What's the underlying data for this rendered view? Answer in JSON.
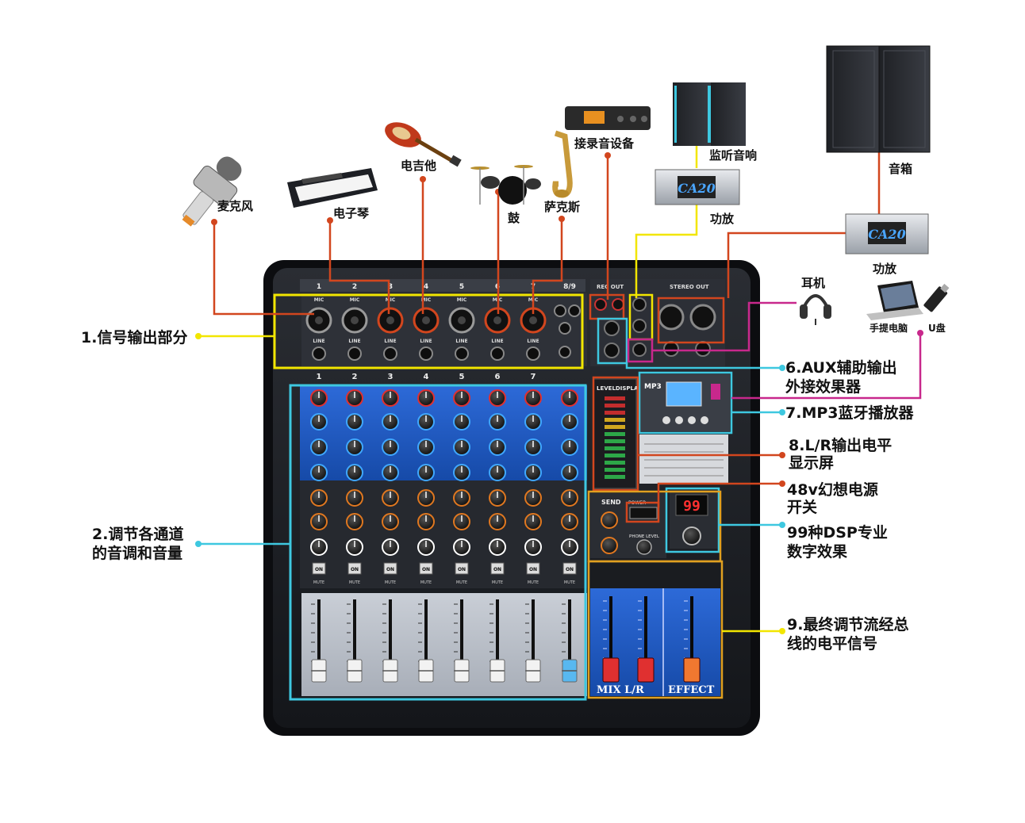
{
  "devices": {
    "mic": "麦克风",
    "keyboard": "电子琴",
    "guitar": "电吉他",
    "drums": "鼓",
    "sax": "萨克斯",
    "recorder": "接录音设备",
    "monitor": "监听音响",
    "amp_monitor": "功放",
    "amp_main": "功放",
    "speakers": "音箱",
    "headphones": "耳机",
    "laptop": "手提电脑",
    "usb": "U盘",
    "amp_brand": "CA20"
  },
  "annotations": {
    "a1": "1.信号输出部分",
    "a2_line1": "2.调节各通道",
    "a2_line2": "的音调和音量",
    "a6_line1": "6.AUX辅助输出",
    "a6_line2": "外接效果器",
    "a7": "7.MP3蓝牙播放器",
    "a8_line1": "8.L/R输出电平",
    "a8_line2": "显示屏",
    "a48_line1": "48v幻想电源",
    "a48_line2": "开关",
    "a99_line1": "99种DSP专业",
    "a99_line2": "数字效果",
    "a9_line1": "9.最终调节流经总",
    "a9_line2": "线的电平信号"
  },
  "panel": {
    "channels": [
      "1",
      "2",
      "3",
      "4",
      "5",
      "6",
      "7",
      "8/9"
    ],
    "channels_bottom": [
      "1",
      "2",
      "3",
      "4",
      "5",
      "6",
      "7"
    ],
    "mic_label": "MIC",
    "line_label": "LINE",
    "rec_out": "REC OUT",
    "stereo_out": "STEREO OUT",
    "send": "SEND",
    "level_display": "LEVELDISPLAY",
    "mp3": "MP3",
    "dsp_value": "99",
    "power": "POWER",
    "phone_level": "PHONE LEVEL",
    "mix_lr": "MIX L/R",
    "effect": "EFFECT",
    "on": "ON",
    "mute": "MUTE"
  },
  "colors": {
    "yellow": "#f2e600",
    "cyan": "#3ec8e0",
    "red_line": "#d2461e",
    "magenta": "#c8288c",
    "orange_box": "#e0a020",
    "panel_blue": "#1a57c8"
  }
}
